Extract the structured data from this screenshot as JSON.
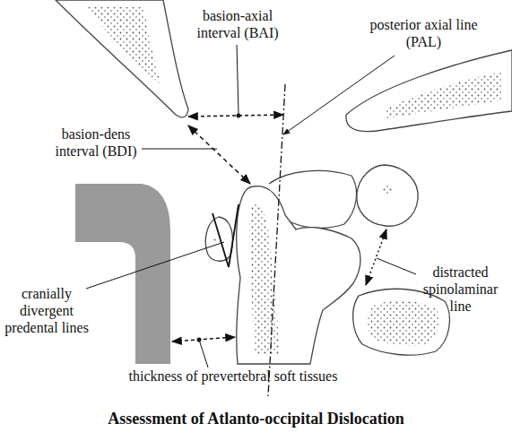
{
  "diagram": {
    "caption": "Assessment of Atlanto-occipital Dislocation",
    "labels": [
      "basion-axial interval (BAI)",
      "posterior axial line (PAL)",
      "basion-dens interval (BDI)",
      "cranially divergent predental lines",
      "distracted spinolaminar line",
      "thickness of prevertebral soft tissues"
    ]
  }
}
